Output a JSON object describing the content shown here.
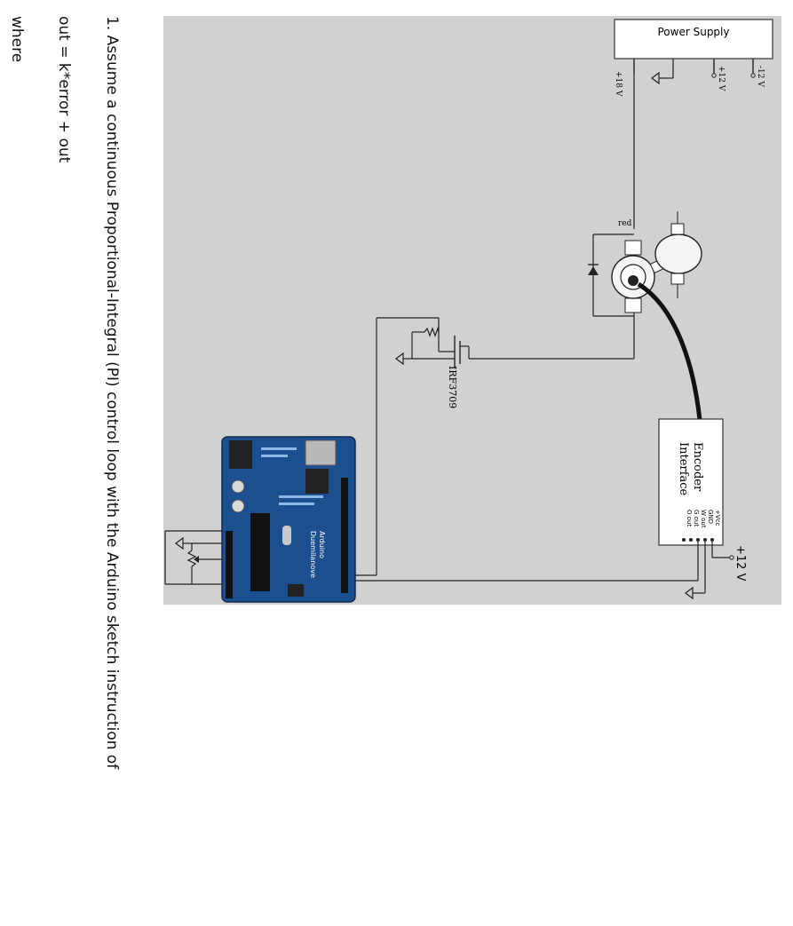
{
  "text_lines": {
    "instruction": "1. Assume a continuous Proportional-Integral (PI) control loop with the Arduino sketch instruction of",
    "equation": "out = k*error + out",
    "where": "where"
  },
  "schematic": {
    "power_supply": {
      "title": "Power Supply",
      "terminals": [
        "+18 V",
        "+12 V",
        "-12 V"
      ]
    },
    "motor_wire_label": "red",
    "mosfet_label": "IRF3709",
    "encoder": {
      "title_line1": "Encoder",
      "title_line2": "Interface",
      "pins": [
        "+Vcc",
        "GND",
        "W out",
        "G out",
        "O out"
      ],
      "supply_label": "+12 V"
    },
    "arduino": {
      "brand": "Arduino",
      "model": "Duemilanove"
    },
    "colors": {
      "background": "#d1d1d1",
      "wire": "#222222",
      "board": "#1c4f8f",
      "encoder_cable": "#111111"
    }
  }
}
